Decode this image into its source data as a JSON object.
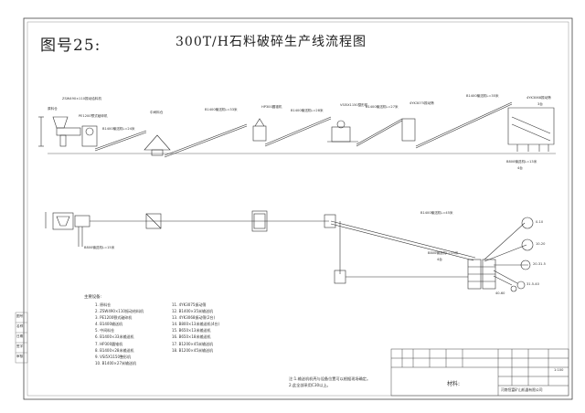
{
  "header": {
    "figure_number": "图号25:",
    "title": "300T/H石料破碎生产线流程图"
  },
  "elevation_labels": {
    "hopper": "原料仓",
    "feeder": "ZSW490×110振动给料机",
    "jaw_crusher": "PE1200颚式破碎机",
    "conveyor_1": "B1400输送机L=24米",
    "pile": "中间料仓",
    "conveyor_2": "B1400输送机L=33米",
    "cone_crusher": "HP300圆锥机",
    "conveyor_3": "B1400输送机L=28米",
    "vsi": "VSI5X1150整形机",
    "conveyor_4": "B1400输送机L=27米",
    "screen": "4YK3075振动筛",
    "conveyor_5": "B1400输送机L=35米",
    "screen_2": "4YK3068振动筛",
    "bin": "3台",
    "bottom": "B800输送机L=13米",
    "bottom_count": "4台"
  },
  "plan_labels": {
    "top_conveyor": "B1400输送机L=45米",
    "mid_conveyor": "B800输送机L=13米",
    "mid_count": "4台",
    "left_conveyor": "B800输送机L=15米",
    "stock_1": "0-10",
    "stock_2": "10-20",
    "stock_3": "20-31.5",
    "stock_4": "31.5-40",
    "stock_5": "40-60"
  },
  "legend": {
    "heading": "主要设备:",
    "left": [
      "1. 原料仓",
      "2. ZSW490×110振动给料机",
      "3. PE1200颚式破碎机",
      "4. B1400输送机",
      "5. 中间料仓",
      "6. B1400×33米输送机",
      "7. HP300圆锥机",
      "8. B1400×28米输送机",
      "9. VSI5X1150整形机",
      "10. B1400×27米输送机"
    ],
    "right": [
      "11. 4YK3075振动筛",
      "12. B1400×35米输送机",
      "13. 4YK3068振动筛(2台)",
      "14. B800×13米输送机(4台)",
      "15. B650×13米输送机",
      "16. B650×18米输送机",
      "17. B1200×45米输送机",
      "18. B1200×45米输送机"
    ]
  },
  "footnote": {
    "line1": "注:1.输送机机壳与设备位置可以根据现场确定。",
    "line2": "2.此全部采用C30以上。"
  },
  "title_block": {
    "material_label": "材料:",
    "scale": "1:100",
    "company": "河南恒富矿山机器有限公司"
  },
  "side_labels": [
    "图号",
    "名称",
    "日期",
    "签字",
    "审核"
  ]
}
